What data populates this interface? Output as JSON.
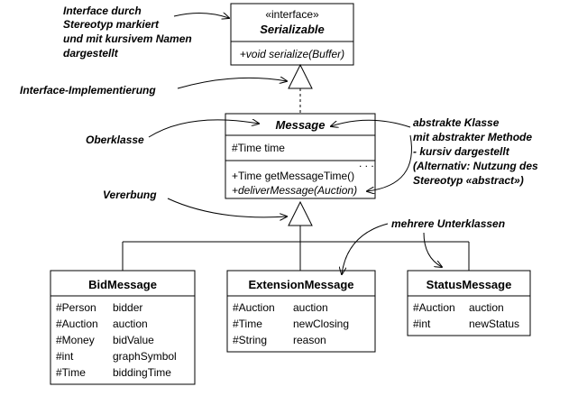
{
  "serializable": {
    "stereotype": "«interface»",
    "name": "Serializable",
    "method": "+void serialize(Buffer)"
  },
  "message": {
    "name": "Message",
    "attribute": "#Time time",
    "ellipsis": ". . .",
    "method1": "+Time getMessageTime()",
    "method2": "+deliverMessage(Auction)"
  },
  "bid_message": {
    "name": "BidMessage",
    "attributes": [
      {
        "type": "#Person",
        "name": "bidder"
      },
      {
        "type": "#Auction",
        "name": "auction"
      },
      {
        "type": "#Money",
        "name": "bidValue"
      },
      {
        "type": "#int",
        "name": "graphSymbol"
      },
      {
        "type": "#Time",
        "name": "biddingTime"
      }
    ]
  },
  "extension_message": {
    "name": "ExtensionMessage",
    "attributes": [
      {
        "type": "#Auction",
        "name": "auction"
      },
      {
        "type": "#Time",
        "name": "newClosing"
      },
      {
        "type": "#String",
        "name": "reason"
      }
    ]
  },
  "status_message": {
    "name": "StatusMessage",
    "attributes": [
      {
        "type": "#Auction",
        "name": "auction"
      },
      {
        "type": "#int",
        "name": "newStatus"
      }
    ]
  },
  "annotations": {
    "interface_note": [
      "Interface durch",
      "Stereotyp markiert",
      "und mit kursivem Namen",
      "dargestellt"
    ],
    "implementation_note": "Interface-Implementierung",
    "superclass_note": "Oberklasse",
    "inheritance_note": "Vererbung",
    "abstract_note": [
      "abstrakte Klasse",
      "mit abstrakter Methode",
      "- kursiv dargestellt",
      "(Alternativ: Nutzung des",
      "Stereotyp «abstract»)"
    ],
    "subclasses_note": "mehrere Unterklassen"
  }
}
